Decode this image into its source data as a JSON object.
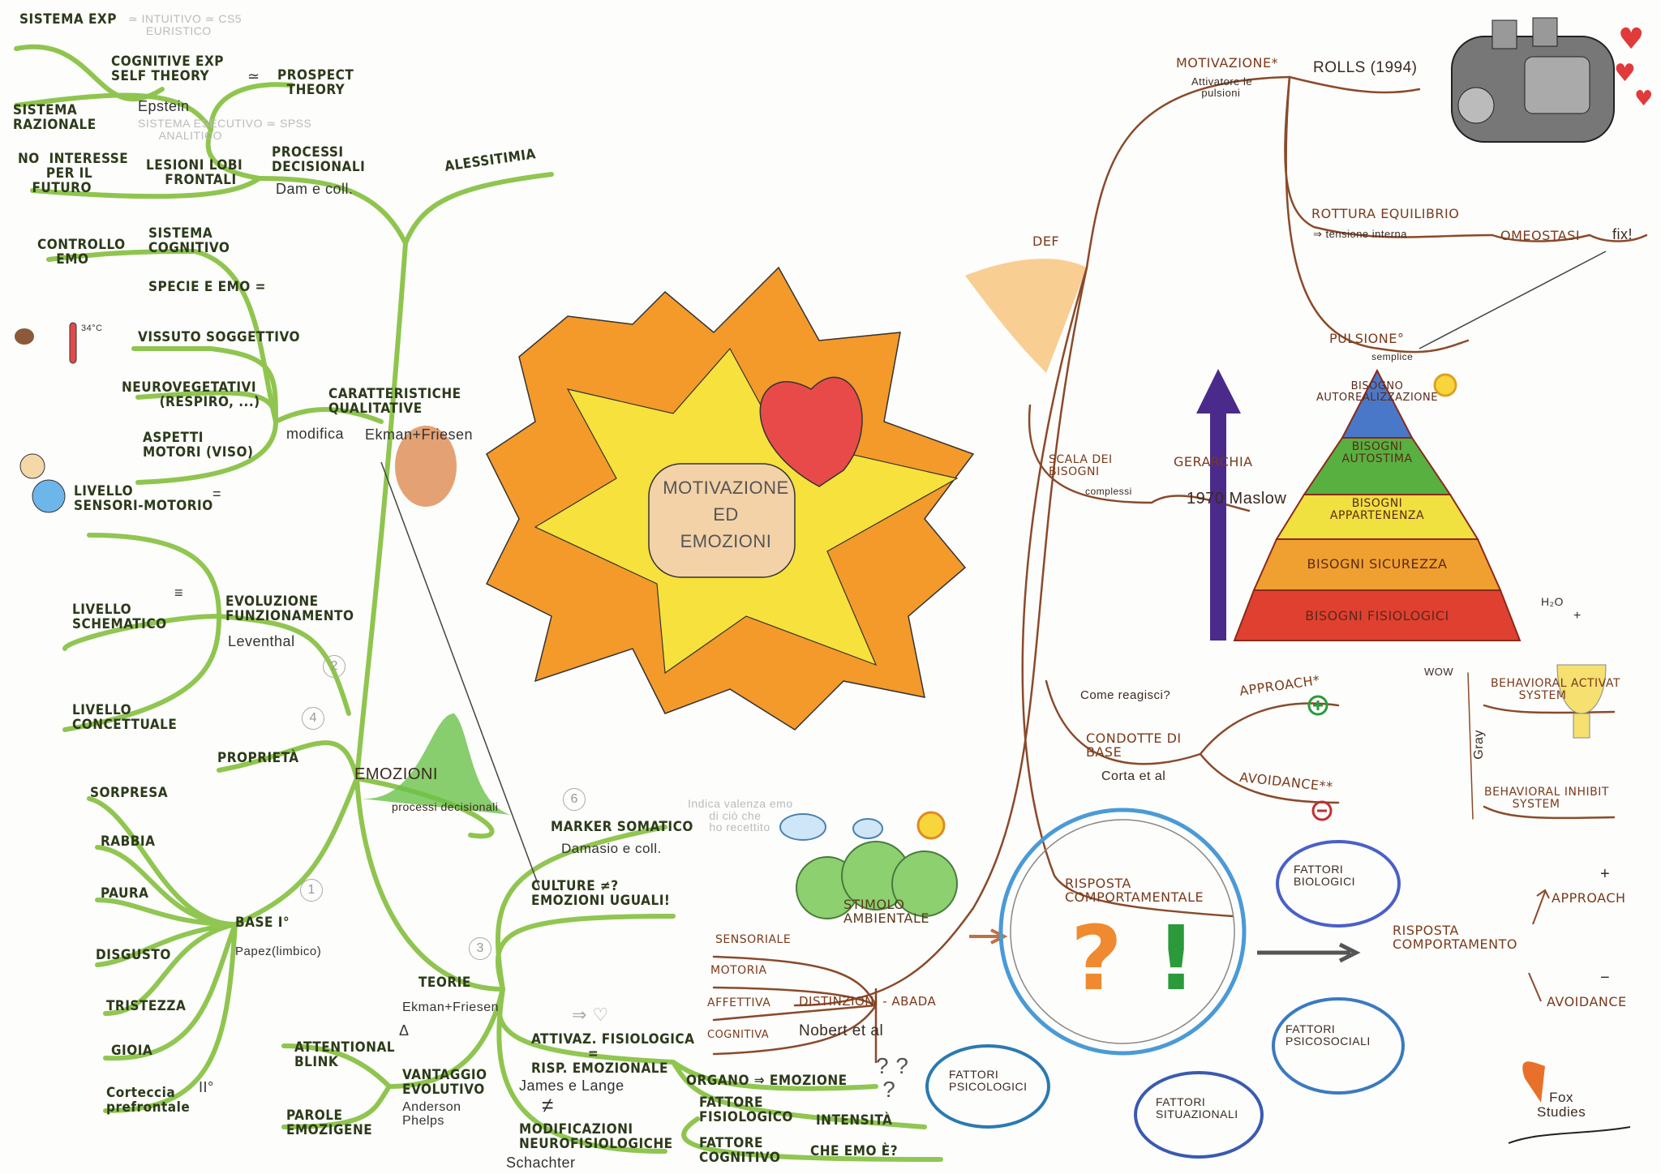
{
  "center": {
    "title": "MOTIVAZIONE\nED\nEMOZIONI"
  },
  "emotions_branch": {
    "root": "EMOZIONI",
    "root_note": "processi decisionali",
    "alessitimia": "ALESSITIMIA",
    "sistema_exp": "SISTEMA EXP",
    "sistema_exp_note": "≃ INTUITIVO ≃ CS5\n     EURISTICO",
    "cognitive_exp": "COGNITIVE EXP\nSELF THEORY",
    "approx": "≃",
    "prospect": "PROSPECT\n  THEORY",
    "sistema_razionale": "SISTEMA\nRAZIONALE",
    "epstein": "Epstein",
    "sistema_esecutivo_note": "SISTEMA ESECUTIVO ≃ SPSS\n      ANALITICO",
    "no_interesse": "NO  INTERESSE\n      PER IL\n   FUTURO",
    "lesioni": "LESIONI LOBI\n    FRONTALI",
    "processi": "PROCESSI\nDECISIONALI",
    "dam": "Dam e coll.",
    "controllo": "CONTROLLO\n    EMO",
    "sistema_cognitivo": "SISTEMA\nCOGNITIVO",
    "specie": "SPECIE e EMO =",
    "vissuto": "VISSUTO SOGGETTIVO",
    "neurovegetativi": "NEUROVEGETATIVI\n        (respiro, ...)",
    "aspetti": "ASPETTI\nMOTORI (viso)",
    "caratteristiche": "CARATTERISTICHE\nQUALITATIVE",
    "modifica": "modifica",
    "ekman1": "Ekman+Friesen",
    "temp": "34°C",
    "sensori": "LIVELLO\nSENSORI-MOTORIO",
    "eq1": "=",
    "schematico": "LIVELLO\nSCHEMATICO",
    "eq2": "≡",
    "concettuale": "LIVELLO\nCONCETTUALE",
    "evoluzione": "EVOLUZIONE\nFUNZIONAMENTO",
    "leventhal": "Leventhal",
    "proprieta": "PROPRIETÀ",
    "num1": "1",
    "num2": "2",
    "num3": "3",
    "num4": "4",
    "num6": "6",
    "base": "BASE I°",
    "papez": "Papez(limbico)",
    "basic_emotions": [
      "SORPRESA",
      "RABBIA",
      "PAURA",
      "DISGUSTO",
      "TRISTEZZA",
      "GIOIA"
    ],
    "corteccia": "Corteccia\nprefrontale",
    "second": "II°",
    "teorie": "TEORIE",
    "ekman2": "Ekman+Friesen",
    "attentional": "ATTENTIONAL\nBLINK",
    "delta": "Δ",
    "vantaggio": "VANTAGGIO\nEVOLUTIVO",
    "anderson": "Anderson\nPhelps",
    "parole": "PAROLE\nEMOZIGENE",
    "marker": "MARKER SOMATICO",
    "damasio": "Damasio e coll.",
    "indica": "Indica valenza emo\n      di ciò che\n      ho recettito",
    "culture": "CULTURE ≠?\nEMOZIONI UGUALI!",
    "attivaz": "ATTIVAZ. FISIOLOGICA\n            =\nRISP. EMOZIONALE",
    "james": "James e Lange",
    "neq": "≠",
    "modificazioni": "MODIFICAZIONI\nNEUROFISIOLOGICHE",
    "schachter": "Schachter",
    "organo": "ORGANO ⇒ EMOZIONE",
    "fatt_fisio": "FATTORE\nFISIOLOGICO",
    "intensita": "INTENSITÀ",
    "fatt_cogn": "FATTORE\nCOGNITIVO",
    "che_emo": "CHE EMO È?",
    "qq": "? ?\n ?",
    "arrow_heart": "⇒ ♡"
  },
  "motivation_branch": {
    "motivazione": "MOTIVAZIONE*",
    "attivatore": "Attivatore le\n   pulsioni",
    "rolls": "ROLLS (1994)",
    "def": "DEF",
    "rottura": "ROTTURA EQUILIBRIO",
    "tensione": "⇒ tensione interna",
    "omeostasi": "OMEOSTASI",
    "fix": "fix!",
    "pulsione": "PULSIONE°",
    "semplice": "semplice",
    "scala": "SCALA dei\nBISOGNI",
    "complessi": "complessi",
    "gerarchia": "GERARCHIA",
    "maslow": "1970 Maslow",
    "pyramid": [
      "BISOGNO\nAUTOREALIZZAZIONE",
      "BISOGNI\nAUTOSTIMA",
      "BISOGNI\nAPPARTENENZA",
      "BISOGNI SICUREZZA",
      "BISOGNI FISIOLOGICI"
    ],
    "pyramid_colors": [
      "#4a78c8",
      "#58b040",
      "#f0e040",
      "#f0a030",
      "#e04030"
    ],
    "h2o": "H₂O",
    "plus": "+",
    "come": "Come reagisci?",
    "approach": "APPROACH*",
    "condotte": "CONDOTTE di\nBASE",
    "corta": "Corta et al",
    "avoidance": "AVOIDANCE**",
    "wow": "WOW",
    "gray": "Gray",
    "bas": "BEHAVIORAL ACTIVAT\n       SYSTEM",
    "bis": "BEHAVIORAL INHIBIT\n       SYSTEM",
    "risposta": "RISPOSTA\nCOMPORTAMENTALE",
    "stimolo": "STIMOLO\nAMBIENTALE",
    "sensoriale": "SENSORIALE",
    "motoria": "MOTORIA",
    "affettiva": "AFFETTIVA",
    "cognitiva": "COGNITIVA",
    "distinzioni": "DISTINZIONI - ABADA",
    "nobert": "Nobert et al",
    "fattori_bio": "FATTORI\nBIOLOGICI",
    "fattori_psicosoc": "FATTORI\nPSICOSOCIALI",
    "fattori_sit": "FATTORI\nSITUAZIONALI",
    "fattori_psico": "FATTORI\nPSICOLOGICI",
    "risp_comp": "RISPOSTA\nCOMPORTAMENTO",
    "approach2": "APPROACH",
    "avoidance2": "AVOIDANCE",
    "plus_sign": "+",
    "minus_sign": "−"
  },
  "logo": {
    "text": "Fox\nStudies"
  },
  "colors": {
    "green": "#7cbc32",
    "brown": "#b5653a",
    "orange": "#f39a2a",
    "yellow": "#f7e13c",
    "blue": "#4a9ad6",
    "heart": "#e03a3a"
  }
}
